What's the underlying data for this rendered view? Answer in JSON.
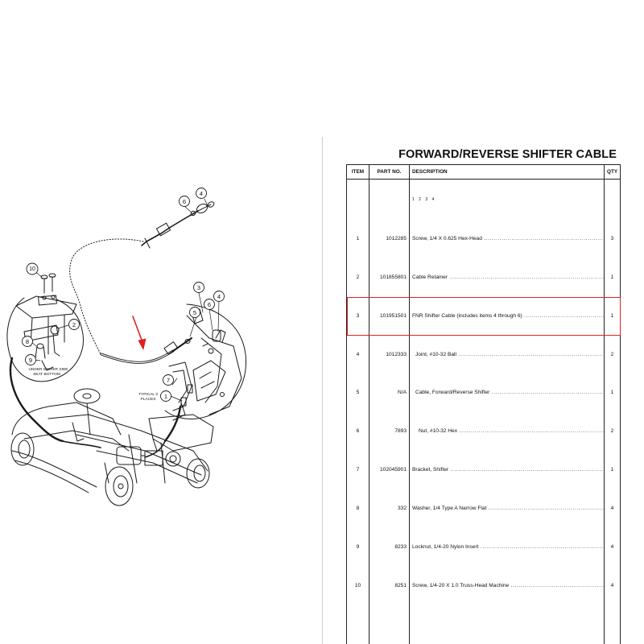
{
  "section_title": "FORWARD/REVERSE SHIFTER CABLE",
  "table": {
    "headers": {
      "item": "ITEM",
      "part": "PART NO.",
      "desc": "DESCRIPTION",
      "qty": "QTY"
    },
    "indent_key": "1  2  3  4",
    "rows": [
      {
        "item": "1",
        "part": "1012285",
        "desc": "Screw, 1/4 X 0.625 Hex-Head",
        "qty": "3",
        "indent": 0
      },
      {
        "item": "2",
        "part": "101855801",
        "desc": "Cable Retainer",
        "qty": "1",
        "indent": 0
      },
      {
        "item": "3",
        "part": "101951501",
        "desc": "FNR Shifter Cable (includes items 4 through 6)",
        "qty": "1",
        "indent": 0,
        "highlight": true
      },
      {
        "item": "4",
        "part": "1012333",
        "desc": "Joint, #10-32 Ball",
        "qty": "2",
        "indent": 1
      },
      {
        "item": "5",
        "part": "N/A",
        "desc": "Cable, Forward/Reverse Shifter",
        "qty": "1",
        "indent": 1
      },
      {
        "item": "6",
        "part": "7893",
        "desc": "Nut, #10-32 Hex",
        "qty": "2",
        "indent": 2
      },
      {
        "item": "7",
        "part": "102045901",
        "desc": "Bracket, Shifter",
        "qty": "1",
        "indent": 0
      },
      {
        "item": "8",
        "part": "332",
        "desc": "Washer, 1/4 Type A Narrow Flat",
        "qty": "4",
        "indent": 0
      },
      {
        "item": "9",
        "part": "8233",
        "desc": "Locknut, 1/4-20 Nylon Insert",
        "qty": "4",
        "indent": 0
      },
      {
        "item": "10",
        "part": "8251",
        "desc": "Screw, 1/4-20 X 1.0 Truss-Head Machine",
        "qty": "4",
        "indent": 0
      }
    ]
  },
  "diagram": {
    "callouts": [
      "1",
      "2",
      "3",
      "4",
      "5",
      "6",
      "7",
      "8",
      "9",
      "10"
    ],
    "under_seat_note_line1": "UNDER DRIVER SIDE",
    "under_seat_note_line2": "SEAT BOTTOM",
    "typical_note_line1": "TYPICAL 3",
    "typical_note_line2": "PLACES",
    "arrow_color": "#e02020",
    "highlight_color": "#e02020"
  }
}
